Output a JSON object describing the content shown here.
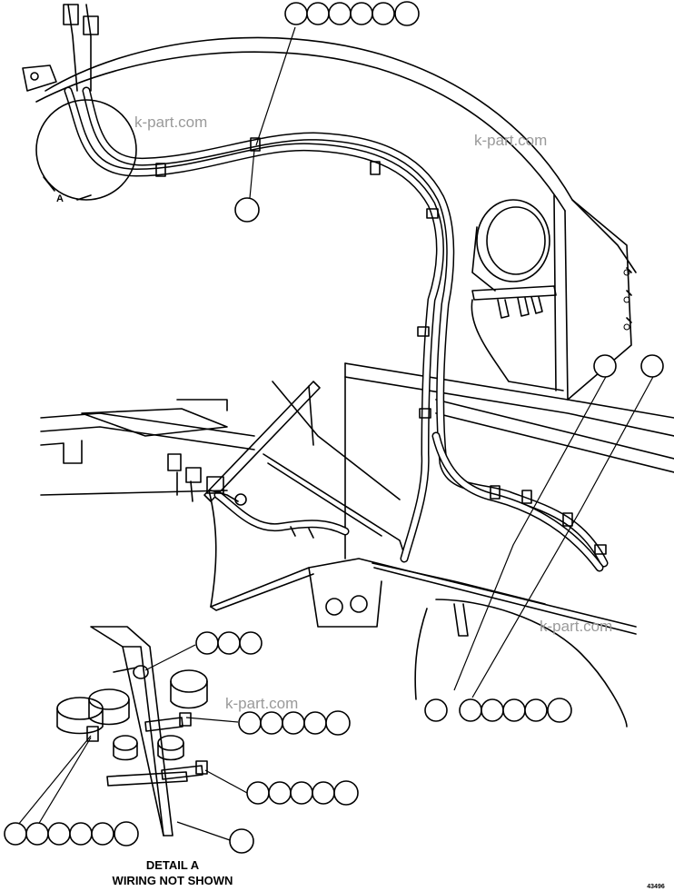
{
  "detail": {
    "title": "DETAIL A",
    "subtitle": "WIRING NOT SHOWN",
    "view_label": "A"
  },
  "watermarks": [
    "k-part.com",
    "k-part.com",
    "k-part.com",
    "k-part.com"
  ],
  "drawing_number": "43496",
  "callouts": [
    {
      "id": "callout-top",
      "bubbles": 6
    },
    {
      "id": "callout-hose-clamp",
      "bubbles": 1
    },
    {
      "id": "callout-right-a",
      "bubbles": 1
    },
    {
      "id": "callout-right-b",
      "bubbles": 1
    },
    {
      "id": "callout-detail-clamp",
      "bubbles": 3
    },
    {
      "id": "callout-detail-bolt",
      "bubbles": 5
    },
    {
      "id": "callout-detail-screw",
      "bubbles": 5
    },
    {
      "id": "callout-detail-bracket",
      "bubbles": 1
    },
    {
      "id": "callout-detail-left",
      "bubbles": 6
    },
    {
      "id": "callout-bottom-single",
      "bubbles": 1
    },
    {
      "id": "callout-bottom-group",
      "bubbles": 5
    }
  ]
}
